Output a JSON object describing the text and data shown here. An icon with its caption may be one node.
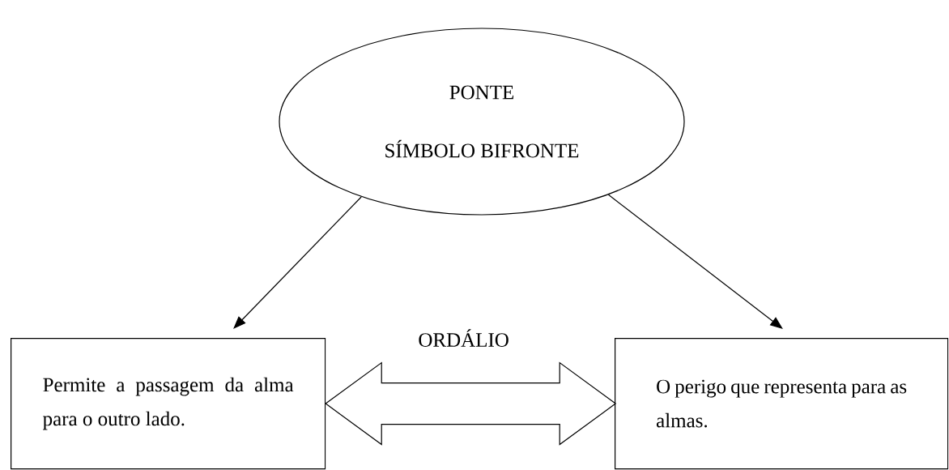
{
  "diagram": {
    "nodes": [
      {
        "text": [
          "PONTE",
          "SÍMBOLO BIFRONTE"
        ]
      },
      {
        "text": [
          "Permite a passagem da alma para o outro lado."
        ]
      },
      {
        "text": [
          "O perigo que representa para as almas."
        ]
      }
    ],
    "edges": [
      {
        "from": 0,
        "to": 1,
        "arrow": "to"
      },
      {
        "from": 0,
        "to": 2,
        "arrow": "to"
      },
      {
        "from": 1,
        "to": 2,
        "arrow": "both",
        "label": "ORDÁLIO"
      }
    ]
  }
}
